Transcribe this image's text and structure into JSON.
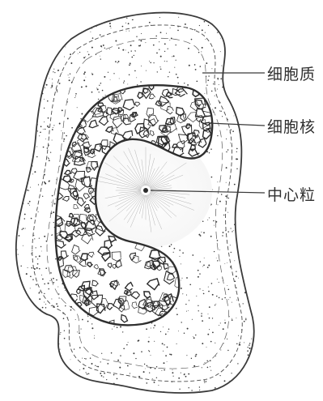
{
  "figure": {
    "labels": {
      "cytoplasm": "细胞质",
      "nucleus": "细胞核",
      "centriole": "中心粒"
    }
  },
  "colors": {
    "ink": "#3a3a3a",
    "paper": "#ffffff",
    "label_text": "#2f2f2f"
  }
}
